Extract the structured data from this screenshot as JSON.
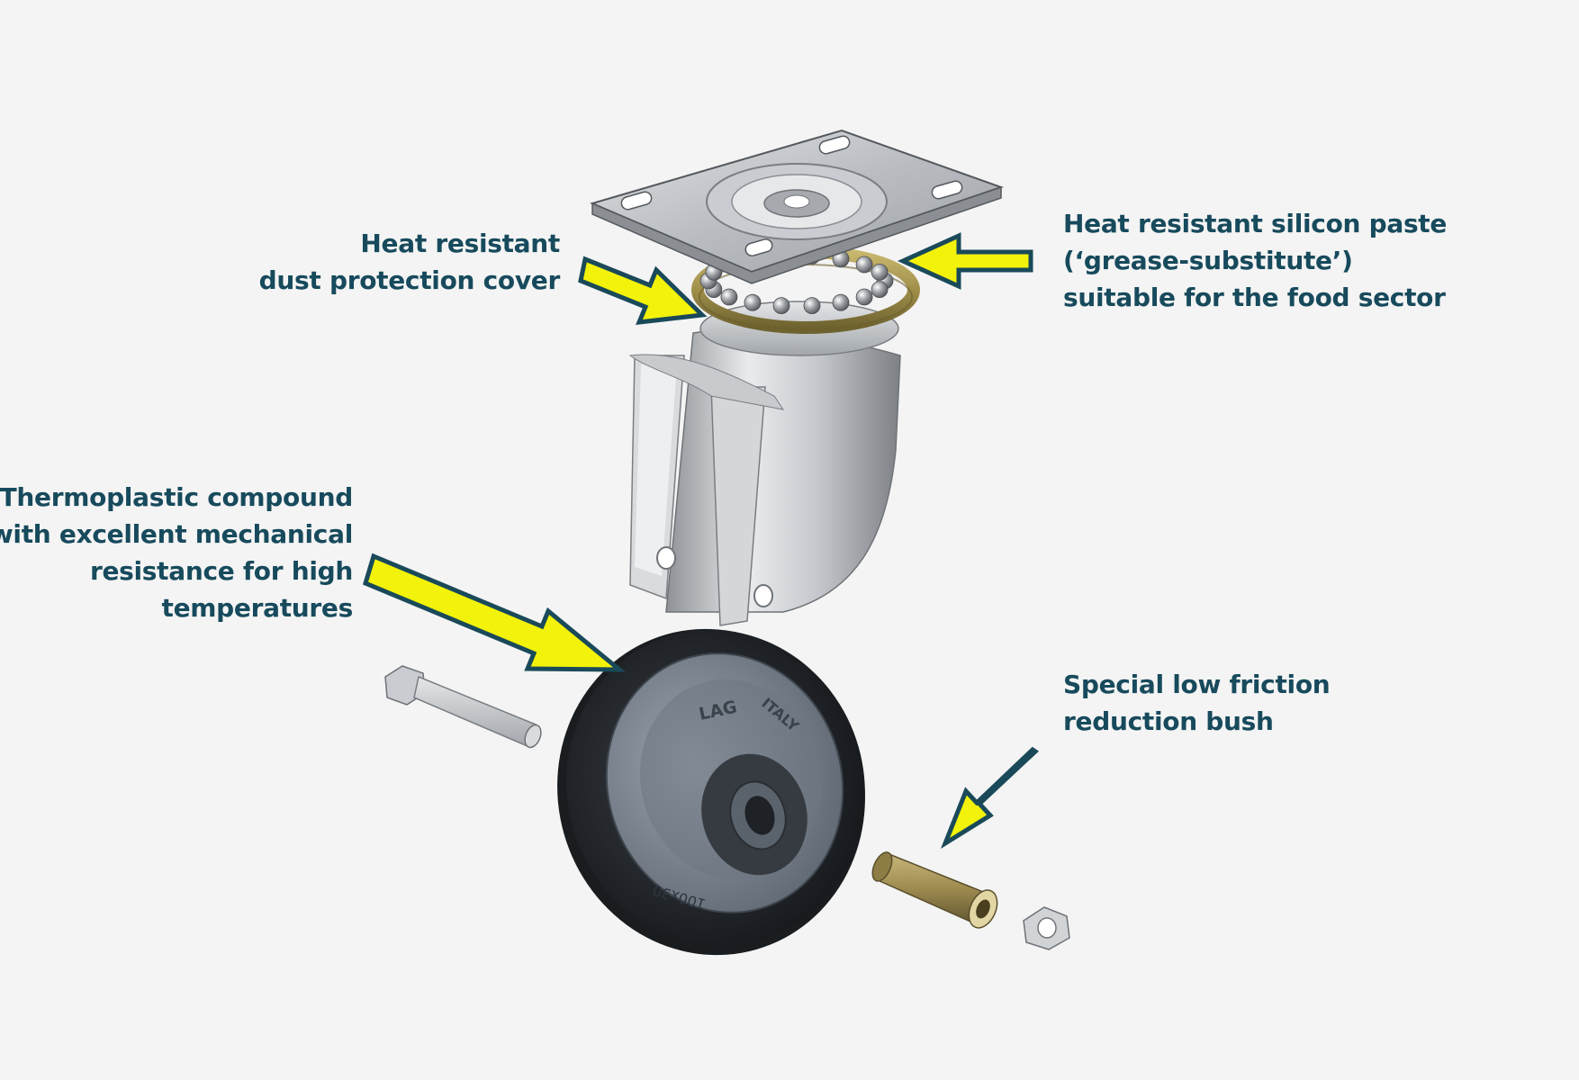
{
  "colors": {
    "background": "#f4f4f4",
    "label_text": "#174a5c",
    "arrow_fill": "#f2f20a",
    "arrow_outline": "#1a4a5a"
  },
  "callouts": {
    "dust_cover": {
      "lines": [
        "Heat resistant",
        "dust protection cover"
      ]
    },
    "silicon_paste": {
      "lines": [
        "Heat resistant silicon paste",
        "(‘grease-substitute’)",
        "suitable for the food sector"
      ]
    },
    "thermoplastic": {
      "lines": [
        "Thermoplastic compound",
        "with excellent mechanical",
        "resistance for high",
        "temperatures"
      ]
    },
    "bush": {
      "lines": [
        "Special low friction",
        "reduction bush"
      ]
    }
  },
  "wheel": {
    "brand_left": "LAG",
    "brand_right": "ITALY",
    "size_marking": "100x30"
  },
  "icons": {
    "arrow": "callout-arrow-icon",
    "caster": "swivel-caster-exploded-view"
  }
}
